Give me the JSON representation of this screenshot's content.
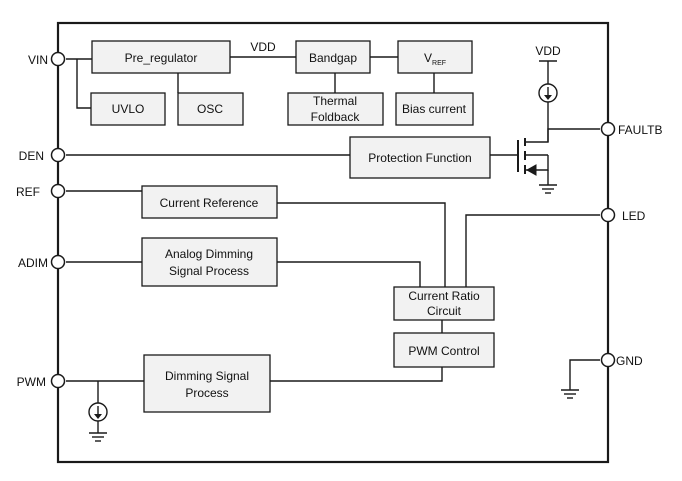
{
  "pins": {
    "vin": "VIN",
    "den": "DEN",
    "ref": "REF",
    "adim": "ADIM",
    "pwm": "PWM",
    "faultb": "FAULTB",
    "led": "LED",
    "gnd": "GND"
  },
  "nets": {
    "vdd_internal": "VDD",
    "vdd_top": "VDD"
  },
  "blocks": {
    "pre_regulator": "Pre_regulator",
    "bandgap": "Bandgap",
    "vref_main": "V",
    "vref_sub": "REF",
    "uvlo": "UVLO",
    "osc": "OSC",
    "thermal_line1": "Thermal",
    "thermal_line2": "Foldback",
    "bias_current": "Bias current",
    "protection_function": "Protection Function",
    "current_reference": "Current Reference",
    "analog_dimming_line1": "Analog Dimming",
    "analog_dimming_line2": "Signal Process",
    "current_ratio_line1": "Current Ratio",
    "current_ratio_line2": "Circuit",
    "pwm_control": "PWM Control",
    "dimming_signal_line1": "Dimming Signal",
    "dimming_signal_line2": "Process"
  }
}
